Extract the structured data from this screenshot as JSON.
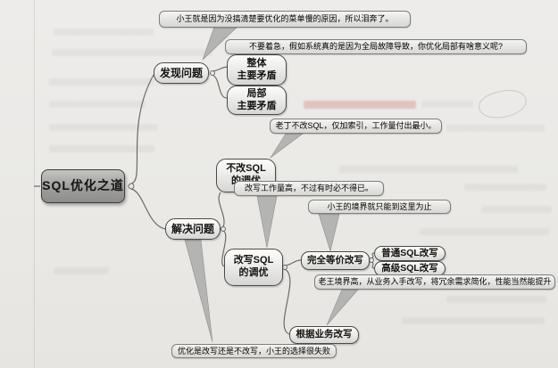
{
  "figure": {
    "type": "mindmap",
    "title": "SQL优化之道"
  },
  "nodes": {
    "root": "SQL优化之道",
    "find_problem": "发现问题",
    "overall_1": "整体",
    "overall_2": "主要矛盾",
    "partial_1": "局部",
    "partial_2": "主要矛盾",
    "solve_problem": "解决问题",
    "no_change_1": "不改SQL",
    "no_change_2": "的调优",
    "rewrite_1": "改写SQL",
    "rewrite_2": "的调优",
    "equivalent": "完全等价改写",
    "normal": "普通SQL改写",
    "advanced": "高级SQL改写",
    "business": "根据业务改写"
  },
  "callouts": {
    "menu_reason": "小王就是因为没搞清楚要优化的菜单慢的原因，所以泪奔了。",
    "dont_hurry": "不要着急，假如系统真的是因为全局故障导致，你优化局部有啥意义呢?",
    "laoding_no_change": "老丁不改SQL，仅加索引，工作量付出最小。",
    "rewrite_cost": "改写工作量高，不过有时必不得已。",
    "xiaowang_limit": "小王的境界就只能到这里为止",
    "laowang_level": "老王境界高，从业务入手改写，将冗余需求简化，性能当然能提升",
    "choice_fail": "优化是改写还是不改写，小王的选择很失败"
  },
  "colors": {
    "paper": "#eae9e6",
    "root_fill": "#9e9e9c",
    "node_fill": "#ececea",
    "node_border": "#4a4a48",
    "callout_fill": "#e2e2e0",
    "pointer_fill": "#b4b4b2",
    "line": "#6a6a68"
  }
}
